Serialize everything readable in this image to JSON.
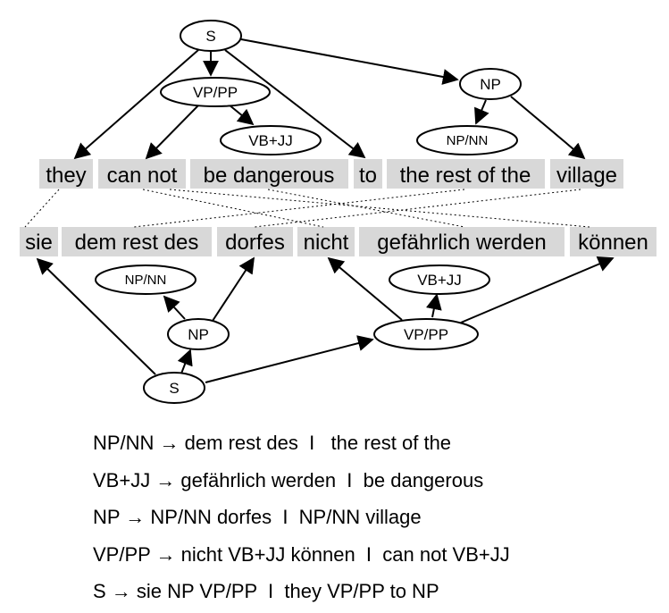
{
  "english": [
    "they",
    "can not",
    "be dangerous",
    "to",
    "the rest of the",
    "village"
  ],
  "german": [
    "sie",
    "dem rest des",
    "dorfes",
    "nicht",
    "gefährlich werden",
    "können"
  ],
  "top_tree": {
    "s": "S",
    "vp_pp": "VP/PP",
    "vb_jj": "VB+JJ",
    "np": "NP",
    "np_nn": "NP/NN"
  },
  "bottom_tree": {
    "np_nn": "NP/NN",
    "vb_jj": "VB+JJ",
    "np": "NP",
    "vp_pp": "VP/PP",
    "s": "S"
  },
  "rules": [
    "NP/NN → dem rest des  I   the rest of the",
    "VB+JJ → gefährlich werden  I  be dangerous",
    "NP → NP/NN dorfes  I  NP/NN village",
    "VP/PP → nicht VB+JJ können  I  can not VB+JJ",
    "S → sie NP VP/PP  I  they VP/PP to NP"
  ]
}
